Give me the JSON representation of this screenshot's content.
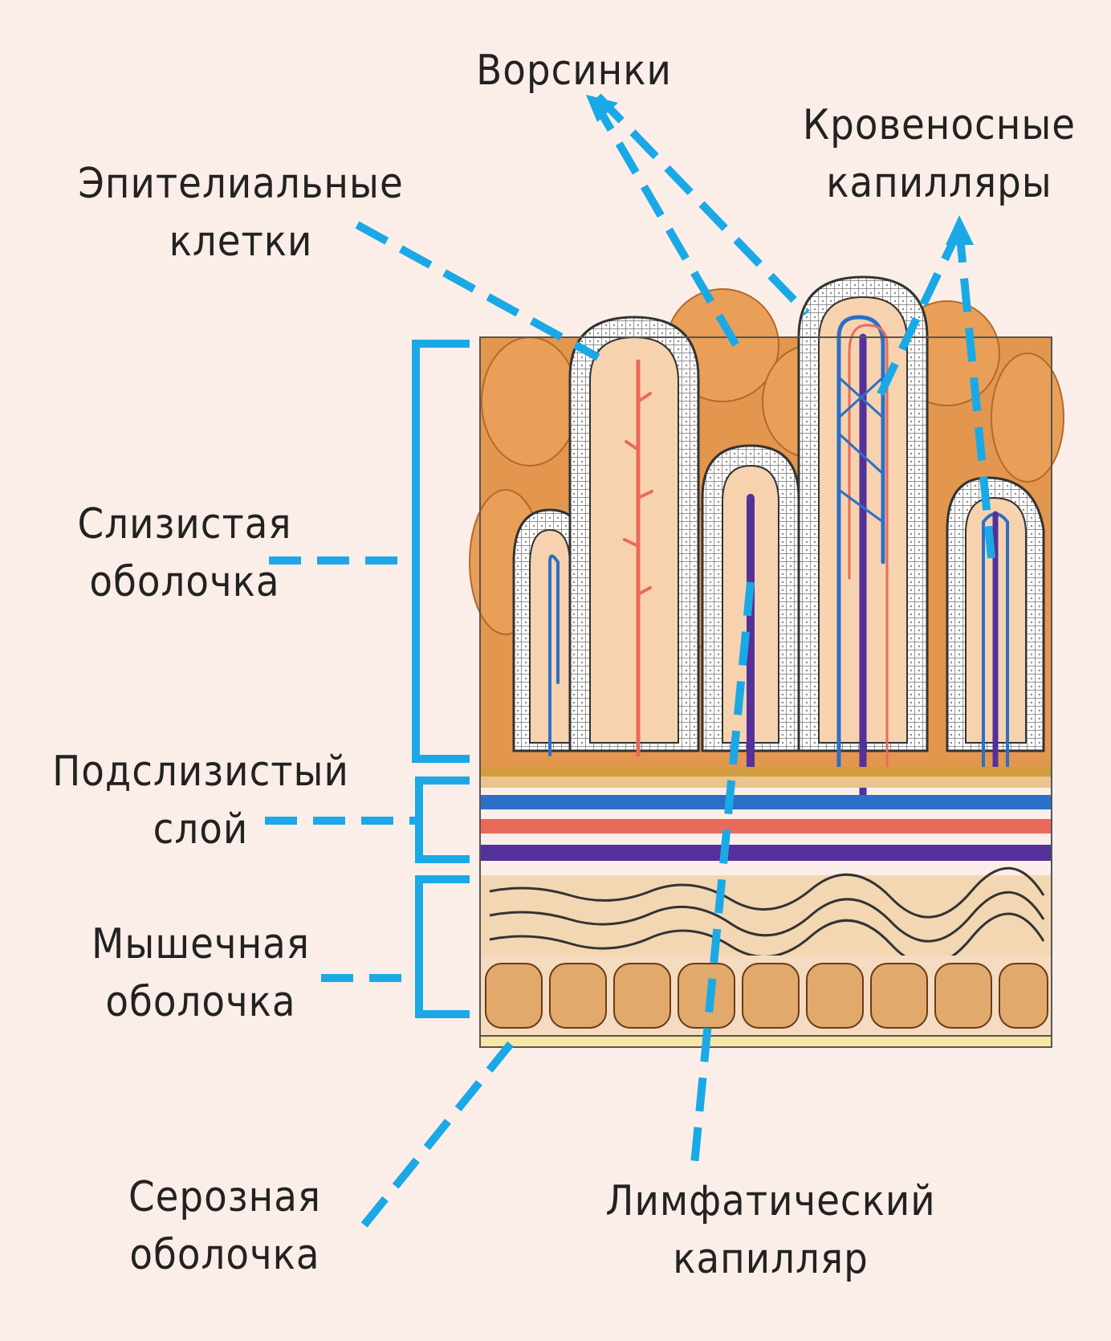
{
  "labels": {
    "villi": [
      "Ворсинки"
    ],
    "blood_capillaries": [
      "Кровеносные",
      "капилляры"
    ],
    "epithelial_cells": [
      "Эпителиальные",
      "клетки"
    ],
    "mucosa": [
      "Слизистая",
      "оболочка"
    ],
    "submucosa": [
      "Подслизистый",
      "слой"
    ],
    "muscularis": [
      "Мышечная",
      "оболочка"
    ],
    "serosa": [
      "Серозная",
      "оболочка"
    ],
    "lymphatic_capillary": [
      "Лимфатический",
      "капилляр"
    ]
  },
  "colors": {
    "background": "#fbeee8",
    "leader_line": "#1aa9e6",
    "villus_fill": "#f6d3ae",
    "tissue_orange": "#e3964e",
    "epithelium": "#ffffff",
    "artery": "#ea6a5a",
    "vein": "#2c6fc7",
    "lymph": "#54309a",
    "muscle": "#efc294",
    "serosa_band": "#f6e7a2",
    "text": "#222222"
  }
}
